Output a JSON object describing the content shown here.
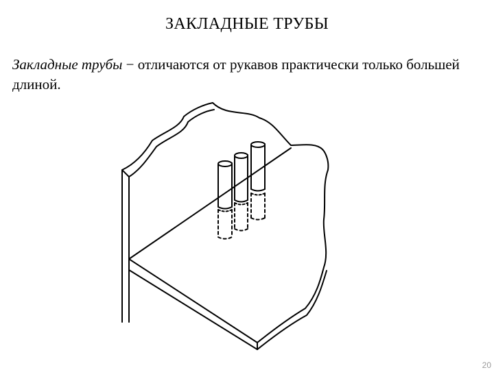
{
  "slide": {
    "title": "ЗАКЛАДНЫЕ ТРУБЫ",
    "body": {
      "term": "Закладные трубы",
      "dash": "−",
      "description": "отличаются от рукавов практически только большей длиной."
    },
    "figure": {
      "icon": "embedded-pipes-in-slab-illustration"
    },
    "page_number": "20"
  }
}
